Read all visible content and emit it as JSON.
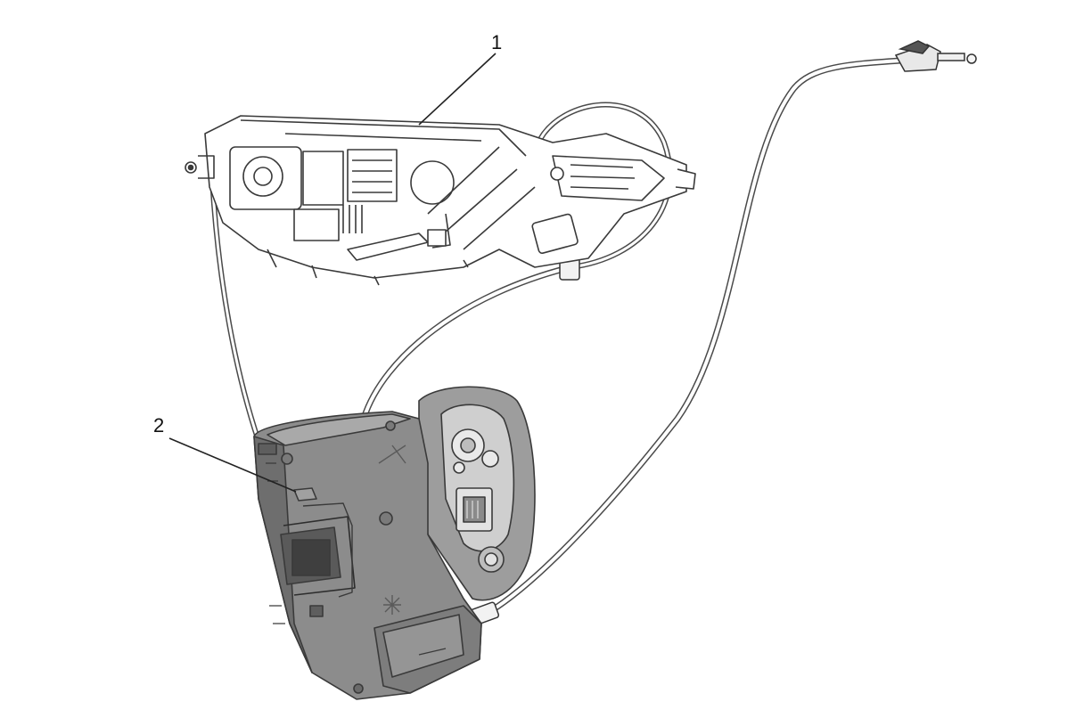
{
  "callouts": [
    {
      "id": "1",
      "label": "1",
      "part": "handle-bracket"
    },
    {
      "id": "2",
      "label": "2",
      "part": "door-latch"
    }
  ],
  "colors": {
    "line": "#222222",
    "outline": "#4a4a4a",
    "latch_body": "#8c8c8c",
    "latch_shadow": "#6e6e6e",
    "latch_highlight": "#a9a9a9",
    "housing": "#9d9d9d",
    "background": "#ffffff"
  }
}
